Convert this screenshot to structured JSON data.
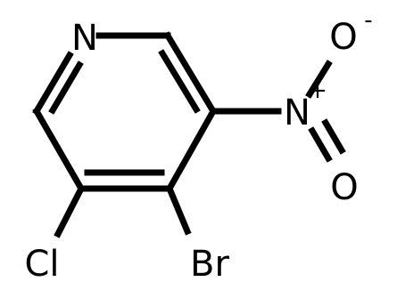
{
  "molecule": {
    "atoms": {
      "ring_n": "N",
      "nitro_n": "N",
      "oxygen_top": "O",
      "oxygen_bottom": "O",
      "chlorine": "Cl",
      "bromine": "Br"
    },
    "charges": {
      "nitro_n": "+",
      "oxygen_top": "-"
    }
  },
  "colors": {
    "bond": "#000000",
    "text": "#000000",
    "background": "#ffffff"
  }
}
